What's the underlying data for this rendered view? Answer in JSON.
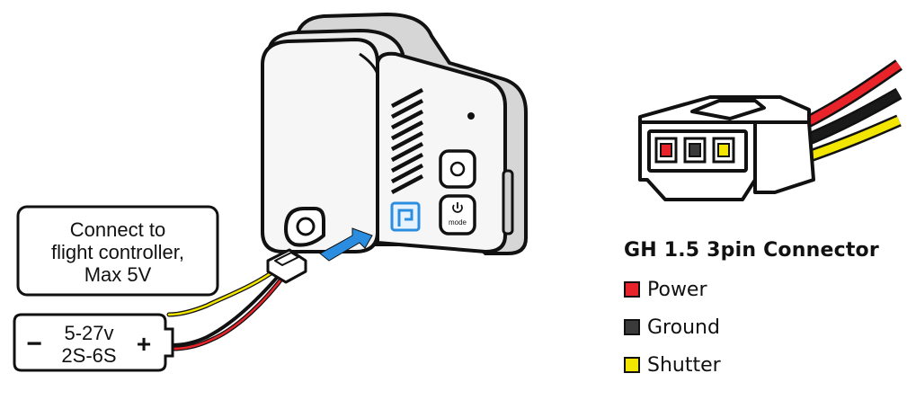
{
  "callouts": {
    "flight_controller": {
      "line1": "Connect to",
      "line2": "flight controller,",
      "line3": "Max 5V"
    },
    "power": {
      "minus": "−",
      "line1": "5-27v",
      "line2": "2S-6S",
      "plus": "+"
    }
  },
  "camera": {
    "mode_label": "mode"
  },
  "legend": {
    "title": "GH 1.5 3pin Connector",
    "items": [
      {
        "label": "Power",
        "color": "#e8232a"
      },
      {
        "label": "Ground",
        "color": "#3a3a3a"
      },
      {
        "label": "Shutter",
        "color": "#f2e600"
      }
    ]
  },
  "colors": {
    "arrow": "#2a8de0",
    "wire_red": "#e8232a",
    "wire_black": "#111111",
    "wire_yellow": "#f2e600",
    "outline": "#111111",
    "body_light": "#f4f4f4",
    "body_gray": "#d6d6d6"
  }
}
